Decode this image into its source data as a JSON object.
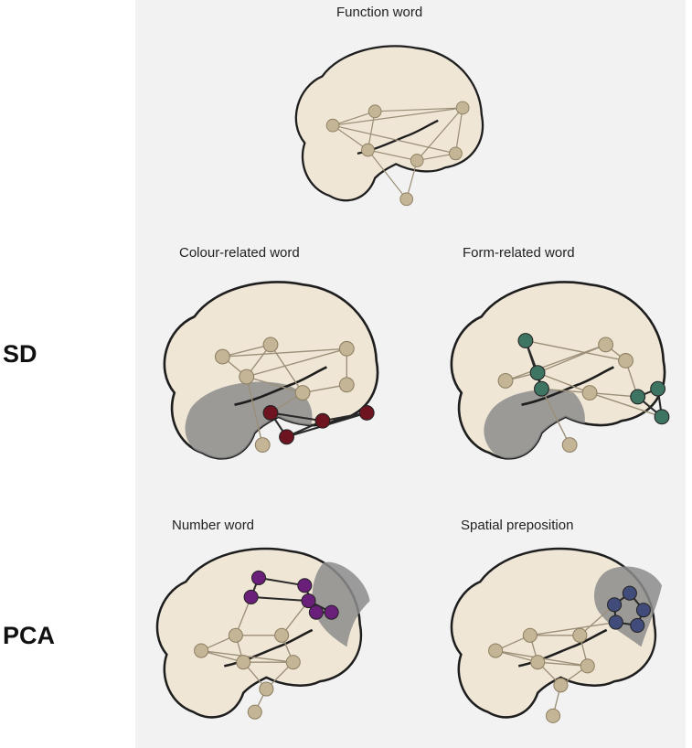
{
  "titles": {
    "function_word": "Function word",
    "colour_word": "Colour-related word",
    "form_word": "Form-related word",
    "number_word": "Number word",
    "spatial_preposition": "Spatial preposition"
  },
  "row_labels": {
    "sd": "SD",
    "pca": "PCA"
  },
  "colors": {
    "brain_fill": "#efe6d6",
    "brain_outline": "#1e1e1e",
    "general_node": "#c3b595",
    "general_edge": "#9c8f78",
    "shaded_region": "#8c8c8c",
    "colour_node": "#6e1420",
    "form_node": "#3d7462",
    "number_node": "#6a1f7a",
    "spatial_node": "#424c7a"
  }
}
